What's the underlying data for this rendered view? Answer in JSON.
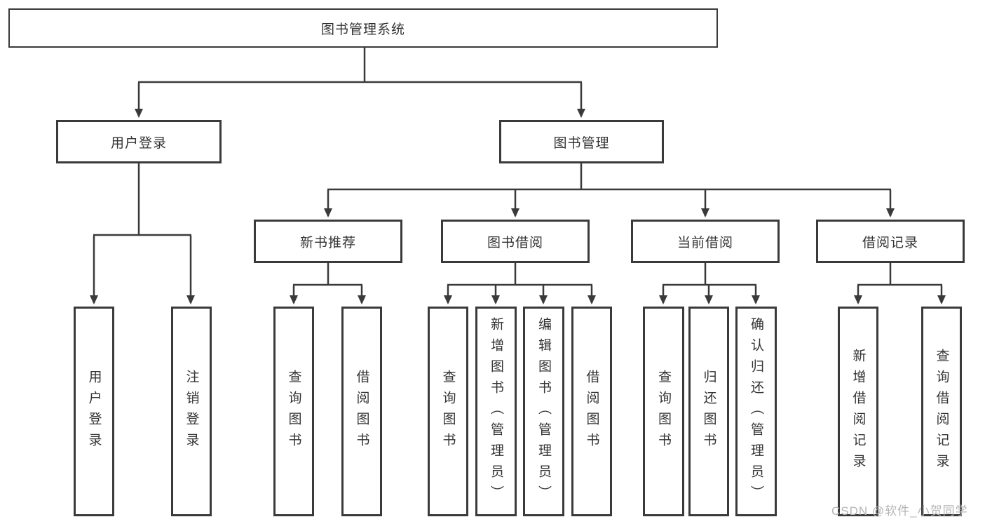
{
  "diagram": {
    "title": "图书管理系统",
    "root": {
      "label": "图书管理系统"
    },
    "level2": [
      {
        "label": "用户登录"
      },
      {
        "label": "图书管理"
      }
    ],
    "level3": [
      {
        "label": "新书推荐",
        "parent": "图书管理"
      },
      {
        "label": "图书借阅",
        "parent": "图书管理"
      },
      {
        "label": "当前借阅",
        "parent": "图书管理"
      },
      {
        "label": "借阅记录",
        "parent": "图书管理"
      }
    ],
    "leaves": [
      {
        "label": "用户登录",
        "parent": "用户登录"
      },
      {
        "label": "注销登录",
        "parent": "用户登录"
      },
      {
        "label": "查询图书",
        "parent": "新书推荐"
      },
      {
        "label": "借阅图书",
        "parent": "新书推荐"
      },
      {
        "label": "查询图书",
        "parent": "图书借阅"
      },
      {
        "label": "新增图书（管理员）",
        "parent": "图书借阅"
      },
      {
        "label": "编辑图书（管理员）",
        "parent": "图书借阅"
      },
      {
        "label": "借阅图书",
        "parent": "图书借阅"
      },
      {
        "label": "查询图书",
        "parent": "当前借阅"
      },
      {
        "label": "归还图书",
        "parent": "当前借阅"
      },
      {
        "label": "确认归还（管理员）",
        "parent": "当前借阅"
      },
      {
        "label": "新增借阅记录",
        "parent": "借阅记录"
      },
      {
        "label": "查询借阅记录",
        "parent": "借阅记录"
      }
    ]
  },
  "watermark": "CSDN @软件_小贺同学",
  "colors": {
    "line": "#3a3a3a",
    "box_border": "#3a3a3a",
    "text": "#333333",
    "watermark": "#b5b5b5",
    "background": "#ffffff"
  }
}
